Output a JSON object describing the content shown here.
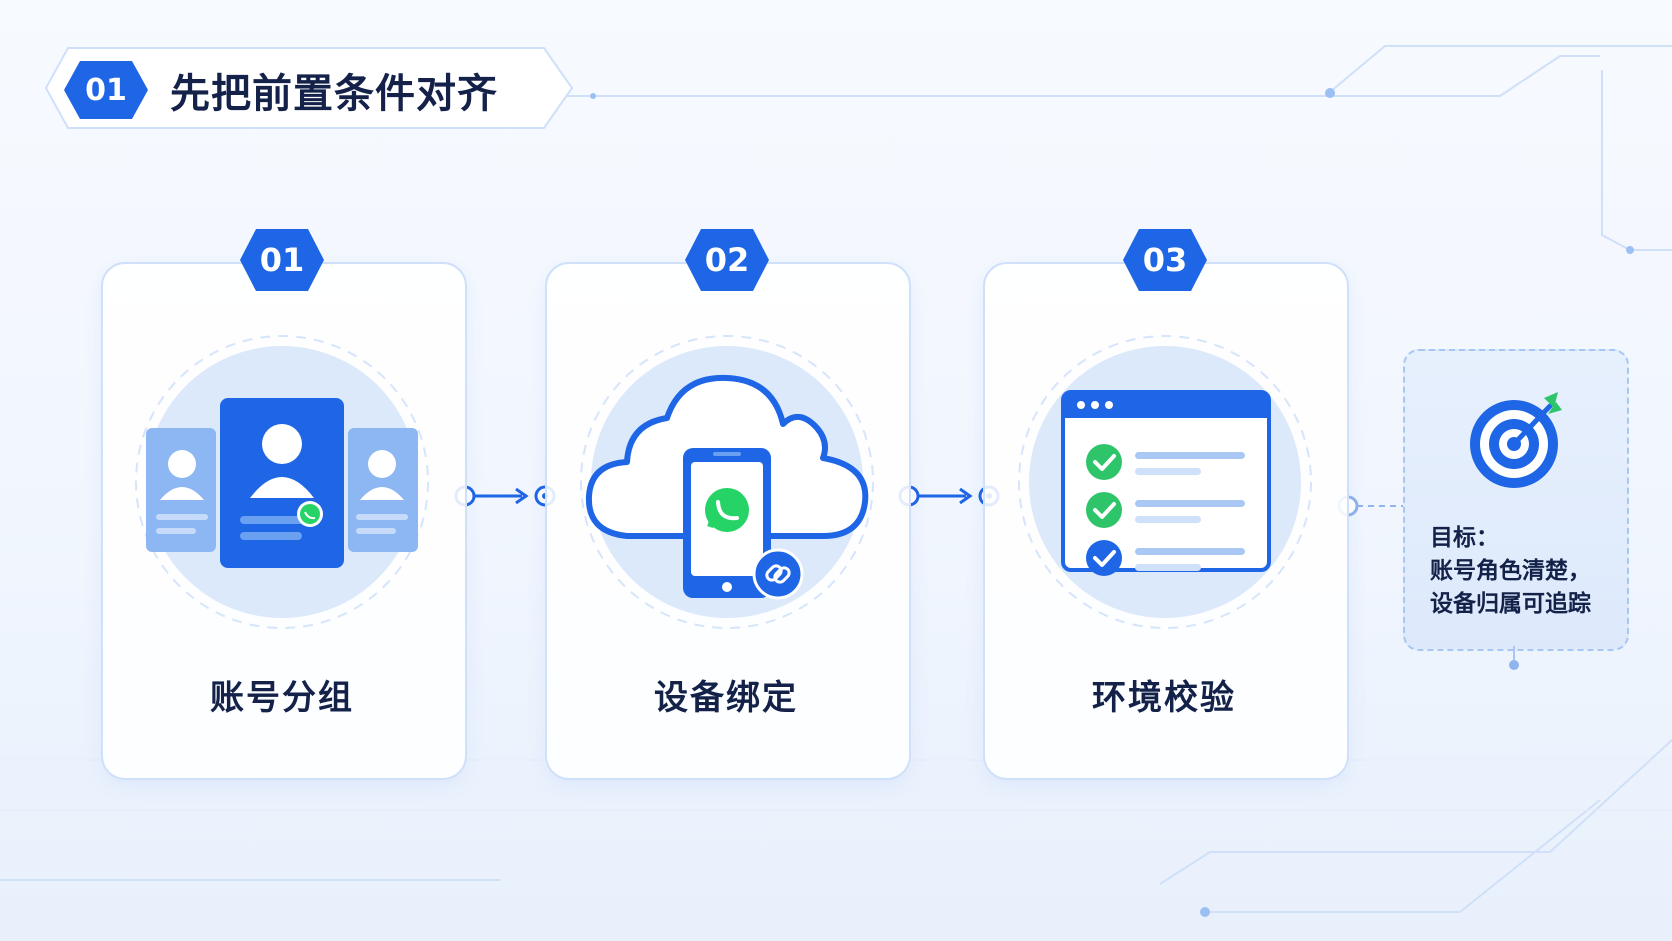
{
  "header": {
    "number": "01",
    "title": "先把前置条件对齐"
  },
  "steps": [
    {
      "number": "01",
      "label": "账号分组",
      "icon": "account-cards-icon"
    },
    {
      "number": "02",
      "label": "设备绑定",
      "icon": "cloud-phone-whatsapp-icon"
    },
    {
      "number": "03",
      "label": "环境校验",
      "icon": "checklist-window-icon"
    }
  ],
  "goal": {
    "icon": "target-icon",
    "title": "目标：",
    "lines": [
      "账号角色清楚，",
      "设备归属可追踪"
    ]
  },
  "colors": {
    "primary": "#1e66e6",
    "primary_light": "#6aa0f0",
    "circle_bg": "#dce9fb",
    "check_green": "#2ec56a",
    "whatsapp_green": "#25d366",
    "text_dark": "#14224a",
    "card_border": "#cfe0fb"
  }
}
